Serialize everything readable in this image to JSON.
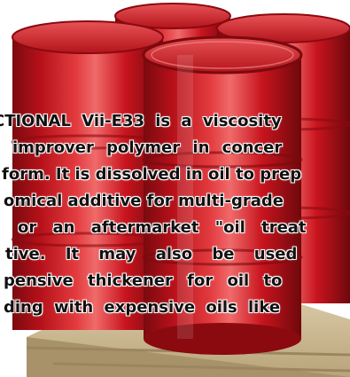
{
  "description_lines": [
    "CTIONAL Vii-E33 is a viscosity",
    "improver polymer in concer",
    "form. It is dissolved in oil to prep",
    "omical additive for multi-grade",
    "or an aftermarket \"oil treat",
    "tive. It may also be used",
    "pensive thickener for oil to",
    "ding with expensive oils like"
  ],
  "colors": {
    "drum_red": "#c8141e",
    "drum_dark": "#8a0a10",
    "pallet_wood": "#d9c9a6",
    "text": "#111111"
  }
}
